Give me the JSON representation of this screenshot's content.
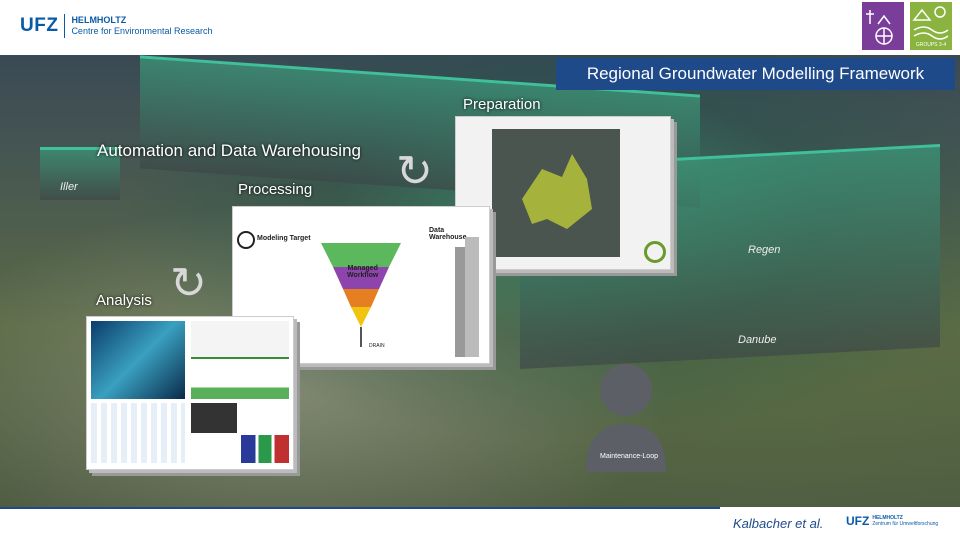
{
  "header": {
    "logo_short": "UFZ",
    "logo_org": "HELMHOLTZ",
    "logo_full": "Centre for Environmental Research",
    "badge_label": "GROUPS 3-4"
  },
  "title": "Regional Groundwater Modelling Framework",
  "labels": {
    "preparation": "Preparation",
    "automation": "Automation and Data Warehousing",
    "processing": "Processing",
    "analysis": "Analysis"
  },
  "rivers": {
    "iller": "Iller",
    "regen": "Regen",
    "danube": "Danube"
  },
  "workflow": {
    "modeling_target": "Modeling Target",
    "data_warehouse": "Data\nWarehouse",
    "managed_workflow": "Managed\nWorkflow",
    "drain": "DRAIN"
  },
  "maintenance": "Maintenance-Loop",
  "footer": {
    "author": "Kalbacher et al.",
    "logo_short": "UFZ",
    "logo_org": "HELMHOLTZ",
    "logo_full": "Zentrum für Umweltforschung"
  }
}
